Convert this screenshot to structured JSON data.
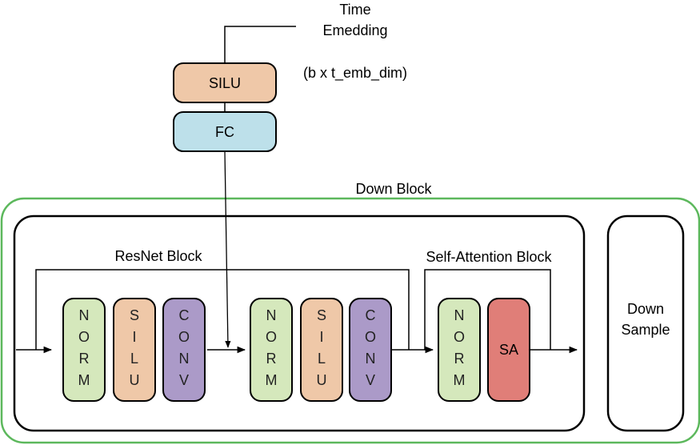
{
  "time_embedding": {
    "line1": "Time",
    "line2": "Emedding"
  },
  "emb_dim_label": "(b x t_emb_dim)",
  "silu_box": "SILU",
  "fc_box": "FC",
  "down_block_title": "Down Block",
  "resnet_label": "ResNet Block",
  "self_attention_label": "Self-Attention Block",
  "col_norm1": [
    "N",
    "O",
    "R",
    "M"
  ],
  "col_silu1": [
    "S",
    "I",
    "L",
    "U"
  ],
  "col_conv1": [
    "C",
    "O",
    "N",
    "V"
  ],
  "col_norm2": [
    "N",
    "O",
    "R",
    "M"
  ],
  "col_silu2": [
    "S",
    "I",
    "L",
    "U"
  ],
  "col_conv2": [
    "C",
    "O",
    "N",
    "V"
  ],
  "col_norm3": [
    "N",
    "O",
    "R",
    "M"
  ],
  "sa_box": "SA",
  "down_sample": {
    "line1": "Down",
    "line2": "Sample"
  },
  "colors": {
    "norm": "#d5e8bc",
    "silu": "#efc8a8",
    "conv": "#ab9ac8",
    "fc": "#bde0ea",
    "sa": "#e07e78",
    "down_block_border": "#5cb85c"
  }
}
